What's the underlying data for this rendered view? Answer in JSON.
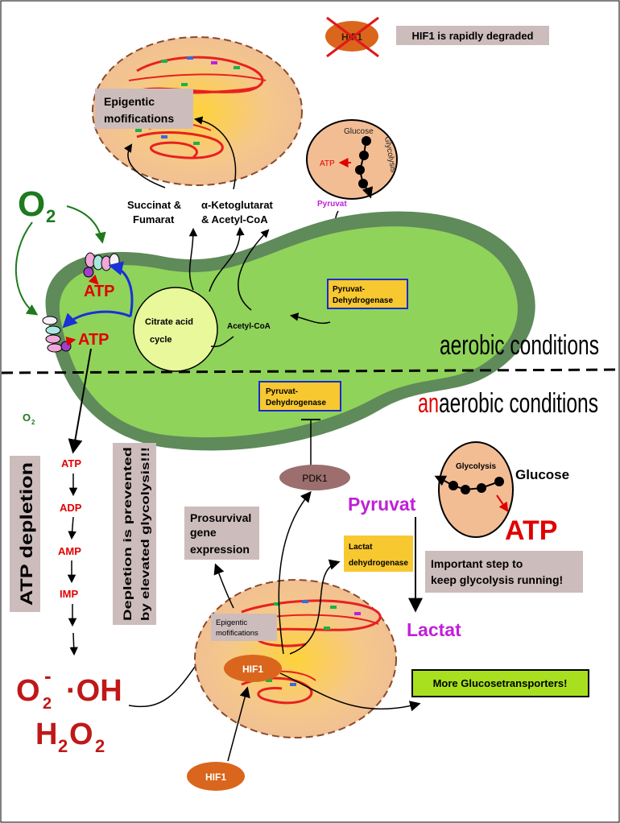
{
  "top": {
    "hif1_crossed": "HIF1",
    "hif1_degraded": "HIF1 is rapidly degraded"
  },
  "nucleus_top": {
    "epigenetic_line1": "Epigentic",
    "epigenetic_line2": "mofifications"
  },
  "metabolites": {
    "succinat_line1": "Succinat &",
    "succinat_line2": "Fumarat",
    "ketoglutarat_line1": "α-Ketoglutarat",
    "ketoglutarat_line2": "& Acetyl-CoA"
  },
  "oxygen": {
    "o2_big": "O",
    "o2_big_sub": "2",
    "o2_small": "O",
    "o2_small_sub": "2"
  },
  "cell_top": {
    "glucose": "Glucose",
    "glycolysis": "Glycolysis",
    "atp": "ATP",
    "pyruvat": "Pyruvat"
  },
  "mitochondrion": {
    "atp_top": "ATP",
    "atp_bottom": "ATP",
    "citrate_line1": "Citrate acid",
    "citrate_line2": "cycle",
    "acetyl_coa": "Acetyl-CoA",
    "pdh_top_line1": "Pyruvat-",
    "pdh_top_line2": "Dehydrogenase",
    "pdh_bottom_line1": "Pyruvat-",
    "pdh_bottom_line2": "Dehydrogenase"
  },
  "conditions": {
    "aerobic": "aerobic conditions",
    "anaerobic_prefix": "an",
    "anaerobic_rest": "aerobic conditions"
  },
  "atp_depletion": {
    "label": "ATP depletion",
    "steps": [
      "ATP",
      "ADP",
      "AMP",
      "IMP"
    ],
    "prevented_line1": "Depletion is prevented",
    "prevented_line2": "by elevated glycolysis!!!"
  },
  "ros": {
    "superoxide_o": "O",
    "superoxide_sub": "2",
    "superoxide_sup": "-",
    "hydroxyl": "·OH",
    "h2o2_h": "H",
    "h2o2_sub1": "2",
    "h2o2_o": "O",
    "h2o2_sub2": "2"
  },
  "bottom": {
    "pdk1": "PDK1",
    "prosurvival_line1": "Prosurvival",
    "prosurvival_line2": "gene",
    "prosurvival_line3": "expression",
    "lactat_dh_line1": "Lactat",
    "lactat_dh_line2": "dehydrogenase",
    "epigenetic_line1": "Epigentic",
    "epigenetic_line2": "mofifications",
    "hif1_nucleus": "HIF1",
    "hif1_outside": "HIF1",
    "glucose_transporters": "More Glucosetransporters!"
  },
  "cell_bottom": {
    "glycolysis": "Glycolysis",
    "glucose": "Glucose",
    "pyruvat": "Pyruvat",
    "atp": "ATP",
    "important_line1": "Important step to",
    "important_line2": "keep glycolysis running!",
    "lactat": "Lactat"
  },
  "colors": {
    "mito_outer": "#5f8a5a",
    "mito_inner": "#8fd35a",
    "nucleus_fill": "#f0c090",
    "label_box": "#cdbcbc",
    "pdh_fill": "#f8c830",
    "pdh_border": "#1a2ad0",
    "transporter_fill": "#a8e020",
    "hif1_fill": "#d9661c",
    "pdk1_fill": "#9c6e6e",
    "citrate_fill": "#e8f89a",
    "red": "#e00000",
    "dark_red": "#c01818",
    "purple": "#c020d8",
    "green_o2": "#1d7a1d"
  }
}
